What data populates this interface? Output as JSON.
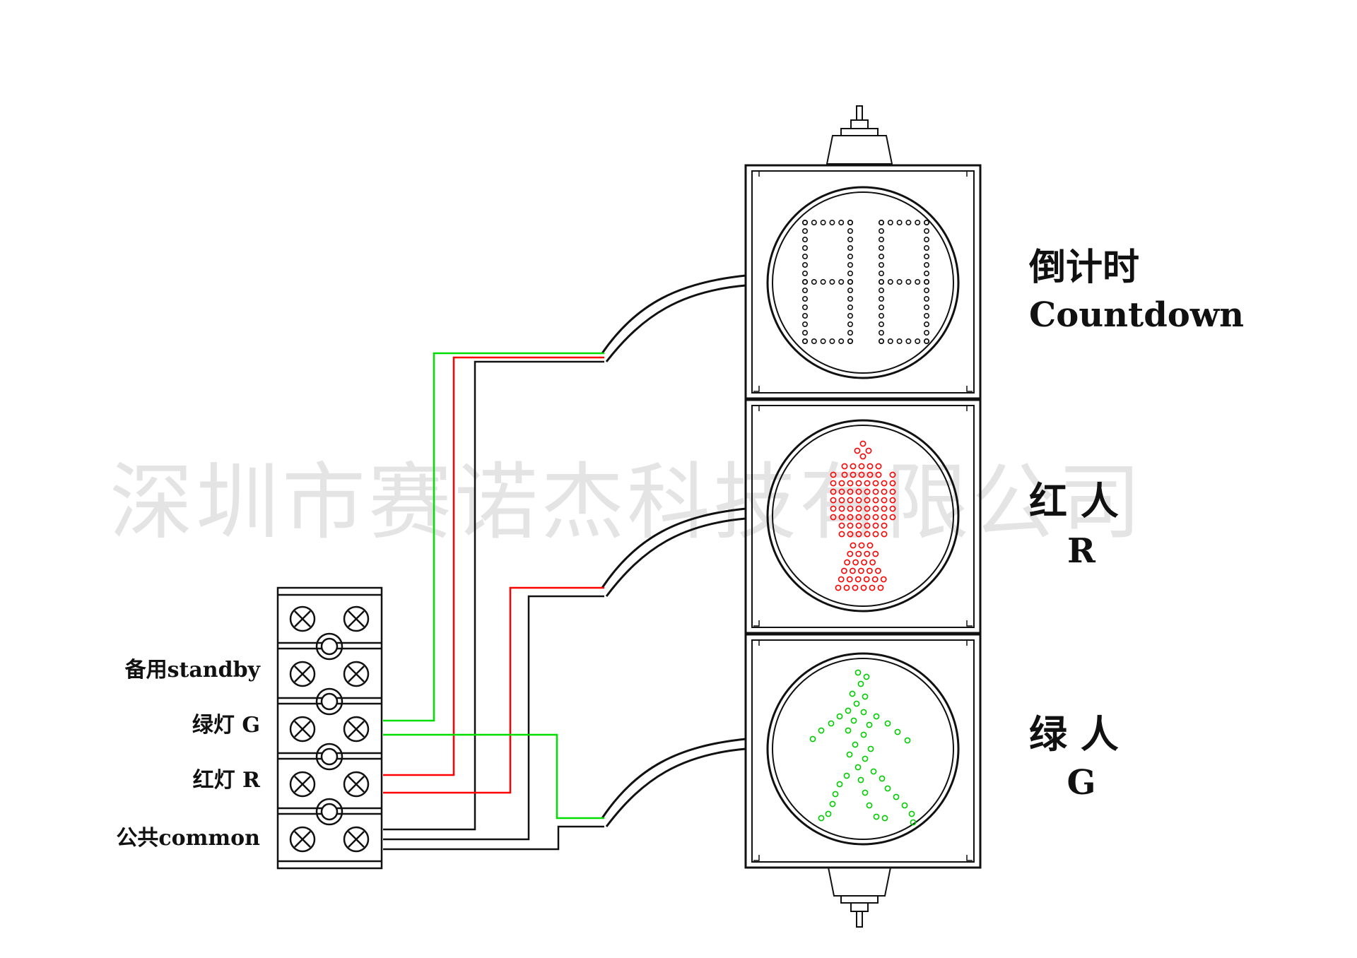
{
  "watermark": "深圳市赛诺杰科技有限公司",
  "modules": {
    "countdown": {
      "label_cn": "倒计时",
      "label_en": "Countdown",
      "digits": "88"
    },
    "red_man": {
      "label_cn": "红 人",
      "label_code": "R",
      "color": "#ff0000"
    },
    "green_man": {
      "label_cn": "绿 人",
      "label_code": "G",
      "color": "#00cc00"
    }
  },
  "terminal_labels": {
    "standby": "备用standby",
    "green": "绿灯 G",
    "red": "红灯 R",
    "common": "公共common"
  },
  "wire_colors": {
    "green": "#00dd00",
    "red": "#ff0000",
    "black": "#111111"
  }
}
